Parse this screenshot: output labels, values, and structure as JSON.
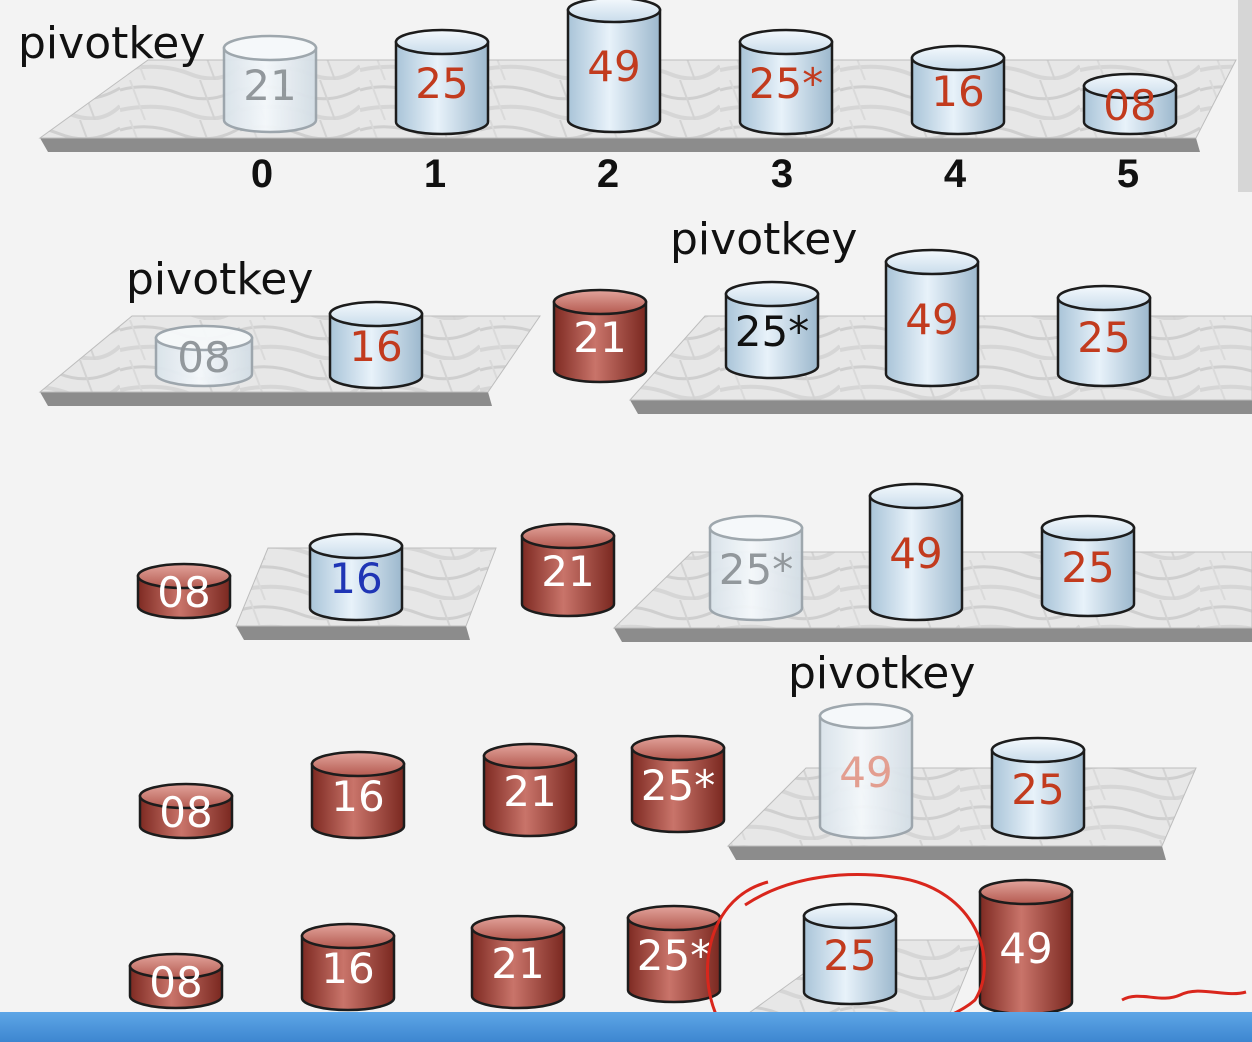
{
  "labels": {
    "pivot_row1": "pivotkey",
    "pivot_row2_left": "pivotkey",
    "pivot_row2_right": "pivotkey",
    "pivot_row4": "pivotkey"
  },
  "indices": [
    "0",
    "1",
    "2",
    "3",
    "4",
    "5"
  ],
  "colors": {
    "blue_cylinder": "#cfe2f0",
    "red_cylinder": "#a94a40",
    "faded_cylinder": "#e6edf2",
    "number_red": "#c23b1e",
    "number_blue": "#1f35b5",
    "number_dark": "#111111",
    "annotation_red": "#d9261c"
  },
  "rows": [
    {
      "name": "row1",
      "cylinders": [
        {
          "value": "21",
          "style": "faded"
        },
        {
          "value": "25",
          "style": "blue"
        },
        {
          "value": "49",
          "style": "blue"
        },
        {
          "value": "25*",
          "style": "blue"
        },
        {
          "value": "16",
          "style": "blue"
        },
        {
          "value": "08",
          "style": "blue"
        }
      ]
    },
    {
      "name": "row2",
      "cylinders": [
        {
          "value": "08",
          "style": "faded"
        },
        {
          "value": "16",
          "style": "blue"
        },
        {
          "value": "21",
          "style": "red"
        },
        {
          "value": "25*",
          "style": "blue-dark"
        },
        {
          "value": "49",
          "style": "blue"
        },
        {
          "value": "25",
          "style": "blue"
        }
      ]
    },
    {
      "name": "row3",
      "cylinders": [
        {
          "value": "08",
          "style": "red"
        },
        {
          "value": "16",
          "style": "blue-bluetext"
        },
        {
          "value": "21",
          "style": "red"
        },
        {
          "value": "25*",
          "style": "faded"
        },
        {
          "value": "49",
          "style": "blue"
        },
        {
          "value": "25",
          "style": "blue"
        }
      ]
    },
    {
      "name": "row4",
      "cylinders": [
        {
          "value": "08",
          "style": "red"
        },
        {
          "value": "16",
          "style": "red"
        },
        {
          "value": "21",
          "style": "red"
        },
        {
          "value": "25*",
          "style": "red"
        },
        {
          "value": "49",
          "style": "faded-red"
        },
        {
          "value": "25",
          "style": "blue"
        }
      ]
    },
    {
      "name": "row5",
      "cylinders": [
        {
          "value": "08",
          "style": "red"
        },
        {
          "value": "16",
          "style": "red"
        },
        {
          "value": "21",
          "style": "red"
        },
        {
          "value": "25*",
          "style": "red"
        },
        {
          "value": "25",
          "style": "blue"
        },
        {
          "value": "49",
          "style": "red"
        }
      ]
    }
  ]
}
